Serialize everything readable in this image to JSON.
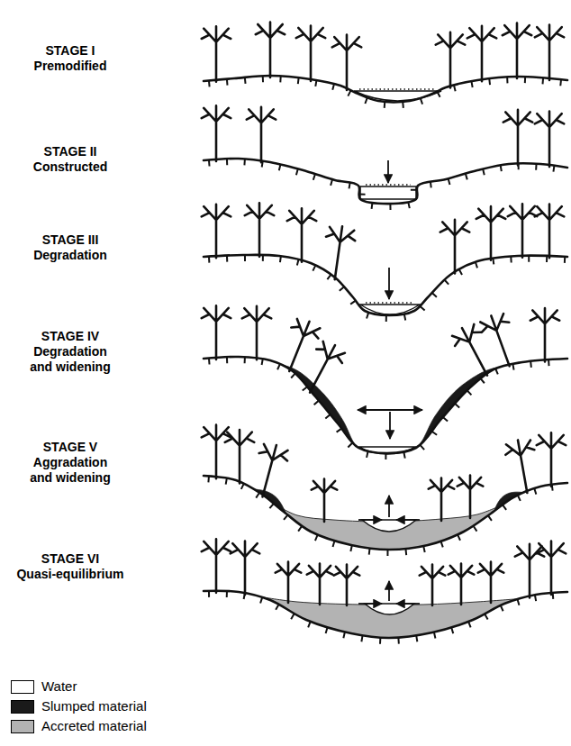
{
  "diagram": {
    "labels": [
      "STAGE I",
      "Premodified",
      "STAGE II",
      "Constructed",
      "STAGE III",
      "Degradation",
      "STAGE IV",
      "Degradation and widening",
      "STAGE V",
      "Aggradation and widening",
      "STAGE VI",
      "Quasi-equilibrium"
    ],
    "legend": [
      {
        "text": "Water",
        "color": "#ffffff"
      },
      {
        "text": "Slumped material",
        "color": "#1a1a1a"
      },
      {
        "text": "Accreted material",
        "color": "#b3b3b3"
      }
    ]
  }
}
